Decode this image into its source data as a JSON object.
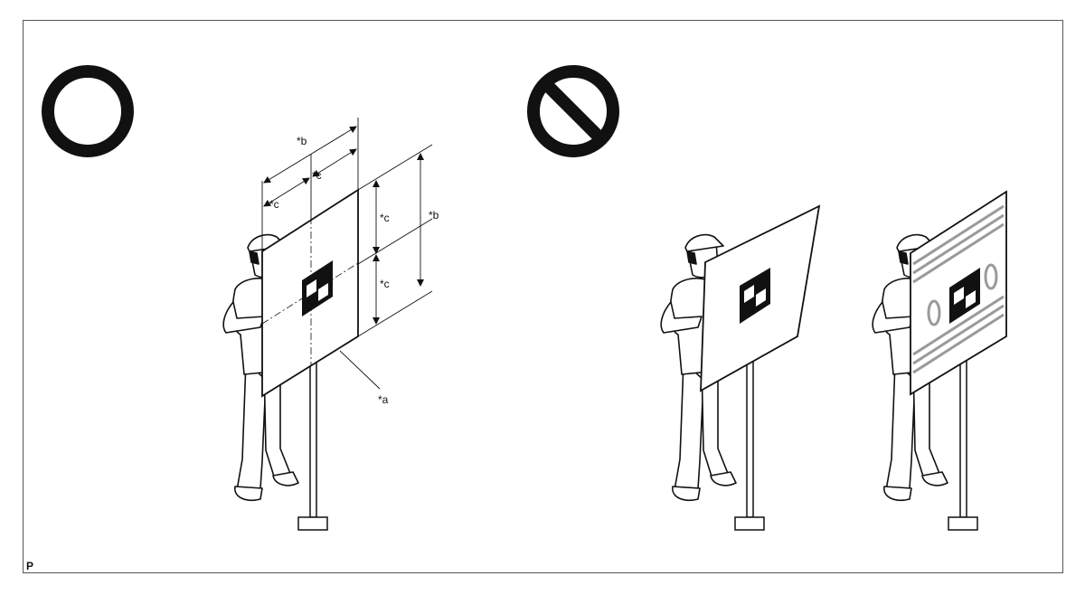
{
  "figure": {
    "code": "P",
    "labels": {
      "a": "*a",
      "b": "*b",
      "c": "*c"
    },
    "correct_icon": "circle-icon",
    "incorrect_icon": "prohibited-icon"
  }
}
